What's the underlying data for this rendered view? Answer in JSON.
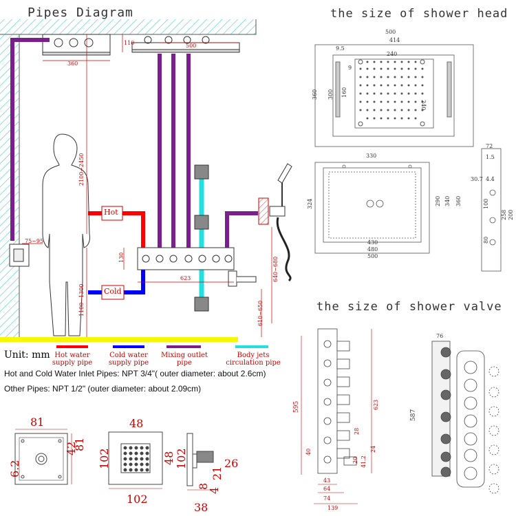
{
  "titles": {
    "pipes": "Pipes Diagram",
    "shower_head": "the size of shower head",
    "shower_valve": "the size of shower valve"
  },
  "unit_label": "Unit: mm",
  "legend": [
    {
      "label_line1": "Hot water",
      "label_line2": "supply pipe",
      "color": "#ff0000"
    },
    {
      "label_line1": "Cold water",
      "label_line2": "supply pipe",
      "color": "#0000ff"
    },
    {
      "label_line1": "Mixing outlet",
      "label_line2": "pipe",
      "color": "#7a1f8c"
    },
    {
      "label_line1": "Body jets",
      "label_line2": "circulation pipe",
      "color": "#22e0e0"
    }
  ],
  "notes": {
    "line1": "Hot and Cold Water Inlet Pipes: NPT 3/4\"( outer diameter: about 2.6cm)",
    "line2": "Other Pipes: NPT 1/2\" (outer diameter: about 2.09cm)"
  },
  "pipes_diagram": {
    "hot_label": "Hot",
    "cold_label": "Cold",
    "dims": {
      "d110": "110",
      "d360": "360",
      "d500": "500",
      "d2100": "2100~2450",
      "d1100": "1100~1300",
      "d75": "75~95",
      "d130": "130",
      "d623": "623",
      "d640": "640~680",
      "d610": "610~650"
    }
  },
  "shower_head": {
    "top": {
      "d500": "500",
      "d414": "414",
      "d9_5": "9.5",
      "d240": "240",
      "d9": "9",
      "d360": "360",
      "d300": "300",
      "d160": "160",
      "d240r": "240"
    },
    "bottom": {
      "d330": "330",
      "d324": "324",
      "d290": "290",
      "d340": "340",
      "d360": "360",
      "d430": "430",
      "d480": "480",
      "d500": "500"
    },
    "side": {
      "d72": "72",
      "d1_5": "1.5",
      "d30_7": "30.7",
      "d4_4": "4.4",
      "d100": "100",
      "d200": "200",
      "d258": "258",
      "d80": "80"
    }
  },
  "shower_valve": {
    "left": {
      "d595": "595",
      "d623": "623",
      "d28": "28",
      "d24": "24",
      "d40": "40",
      "d41_2": "41.2",
      "d20": "20",
      "d43": "43",
      "d64": "64",
      "d74": "74",
      "d139": "139"
    },
    "right": {
      "d76": "76",
      "d587": "587"
    }
  },
  "accessories": {
    "jet_a": {
      "w": "81",
      "h": "81",
      "side": "42",
      "d": "6.2"
    },
    "jet_b": {
      "w_top": "48",
      "w_bottom": "102",
      "h_left": "102",
      "h_right": "48"
    },
    "jet_c": {
      "h": "102",
      "d26": "26",
      "d21": "21",
      "d8": "8",
      "d4": "4",
      "d38": "38"
    }
  }
}
